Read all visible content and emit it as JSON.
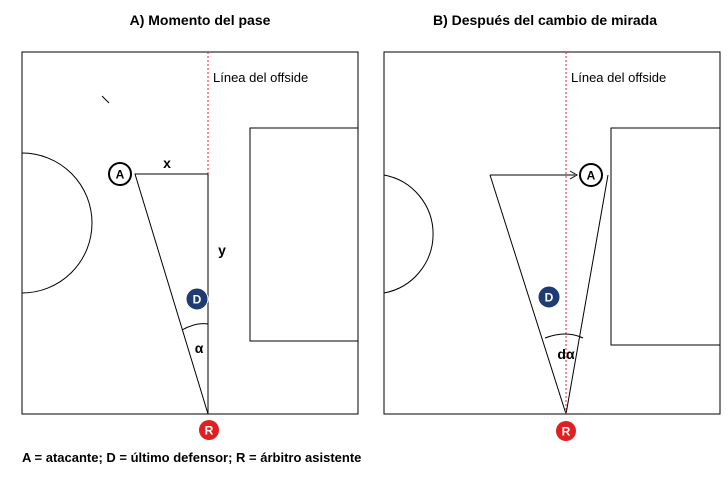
{
  "panels": [
    {
      "title": "A) Momento del pase",
      "offside_label": "Línea del offside",
      "x_label": "x",
      "y_label": "y",
      "angle_label": "α"
    },
    {
      "title": "B) Después del cambio de mirada",
      "offside_label": "Línea del offside",
      "angle_label": "dα"
    }
  ],
  "markers": {
    "attacker": "A",
    "defender": "D",
    "referee": "R"
  },
  "legend": "A = atacante; D = último defensor;  R = árbitro asistente",
  "colors": {
    "defender_fill": "#1f3b73",
    "referee_fill": "#e02020",
    "offside_line": "#e02020"
  }
}
